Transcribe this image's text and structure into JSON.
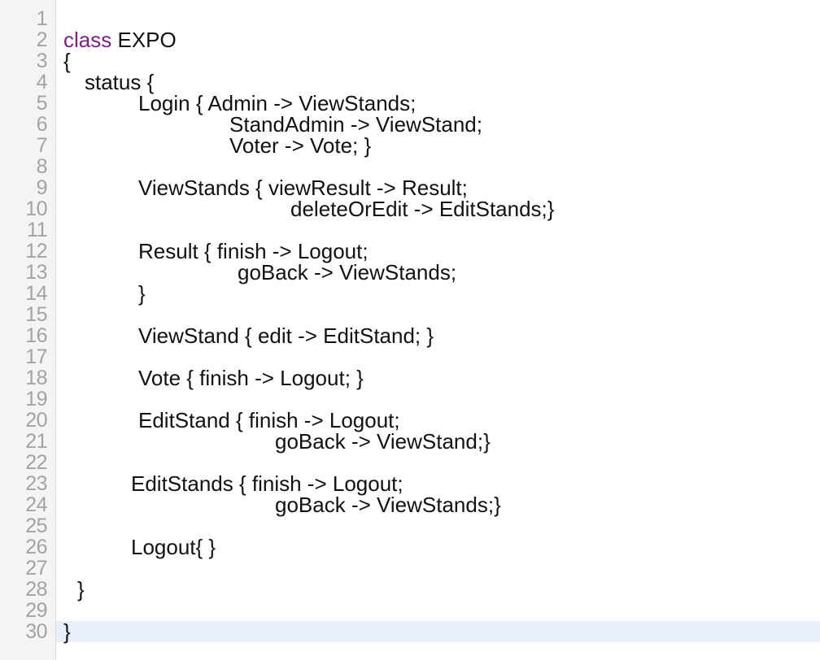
{
  "editor": {
    "lines": [
      {
        "n": "1",
        "text": ""
      },
      {
        "n": "2",
        "kw": "class",
        "text": " EXPO"
      },
      {
        "n": "3",
        "text": "{"
      },
      {
        "n": "4",
        "text": "status {"
      },
      {
        "n": "5",
        "text": "Login { Admin -> ViewStands;"
      },
      {
        "n": "6",
        "text": "StandAdmin -> ViewStand;"
      },
      {
        "n": "7",
        "text": "Voter -> Vote; }"
      },
      {
        "n": "8",
        "text": ""
      },
      {
        "n": "9",
        "text": "ViewStands { viewResult -> Result;"
      },
      {
        "n": "10",
        "text": "deleteOrEdit -> EditStands;}"
      },
      {
        "n": "11",
        "text": ""
      },
      {
        "n": "12",
        "text": "Result { finish -> Logout;"
      },
      {
        "n": "13",
        "text": "goBack -> ViewStands;"
      },
      {
        "n": "14",
        "text": "}"
      },
      {
        "n": "15",
        "text": ""
      },
      {
        "n": "16",
        "text": "ViewStand { edit -> EditStand; }"
      },
      {
        "n": "17",
        "text": ""
      },
      {
        "n": "18",
        "text": "Vote { finish -> Logout; }"
      },
      {
        "n": "19",
        "text": ""
      },
      {
        "n": "20",
        "text": "EditStand { finish -> Logout;"
      },
      {
        "n": "21",
        "text": "goBack -> ViewStand;}"
      },
      {
        "n": "22",
        "text": ""
      },
      {
        "n": "23",
        "text": "EditStands { finish -> Logout;"
      },
      {
        "n": "24",
        "text": "goBack -> ViewStands;}"
      },
      {
        "n": "25",
        "text": ""
      },
      {
        "n": "26",
        "text": "Logout{ }"
      },
      {
        "n": "27",
        "text": ""
      },
      {
        "n": "28",
        "text": "}"
      },
      {
        "n": "29",
        "text": ""
      },
      {
        "n": "30",
        "text": "}"
      }
    ],
    "colors": {
      "keyword": "#7f1f86",
      "text": "#111111",
      "line_number": "#a3a3a3",
      "gutter": "#f4f4f4",
      "current_line": "#e8f0fb"
    }
  }
}
